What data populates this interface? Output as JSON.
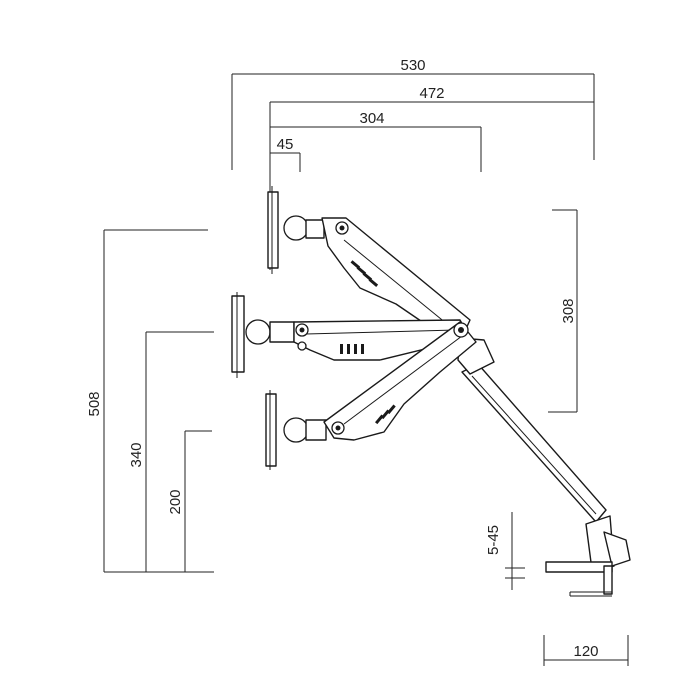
{
  "dimensions": {
    "width_530": "530",
    "width_472": "472",
    "width_304": "304",
    "offset_45": "45",
    "height_508": "508",
    "height_340": "340",
    "height_200": "200",
    "range_308": "308",
    "clamp_5_45": "5-45",
    "base_120": "120"
  },
  "colors": {
    "line": "#1a1a1a",
    "background": "#ffffff"
  }
}
